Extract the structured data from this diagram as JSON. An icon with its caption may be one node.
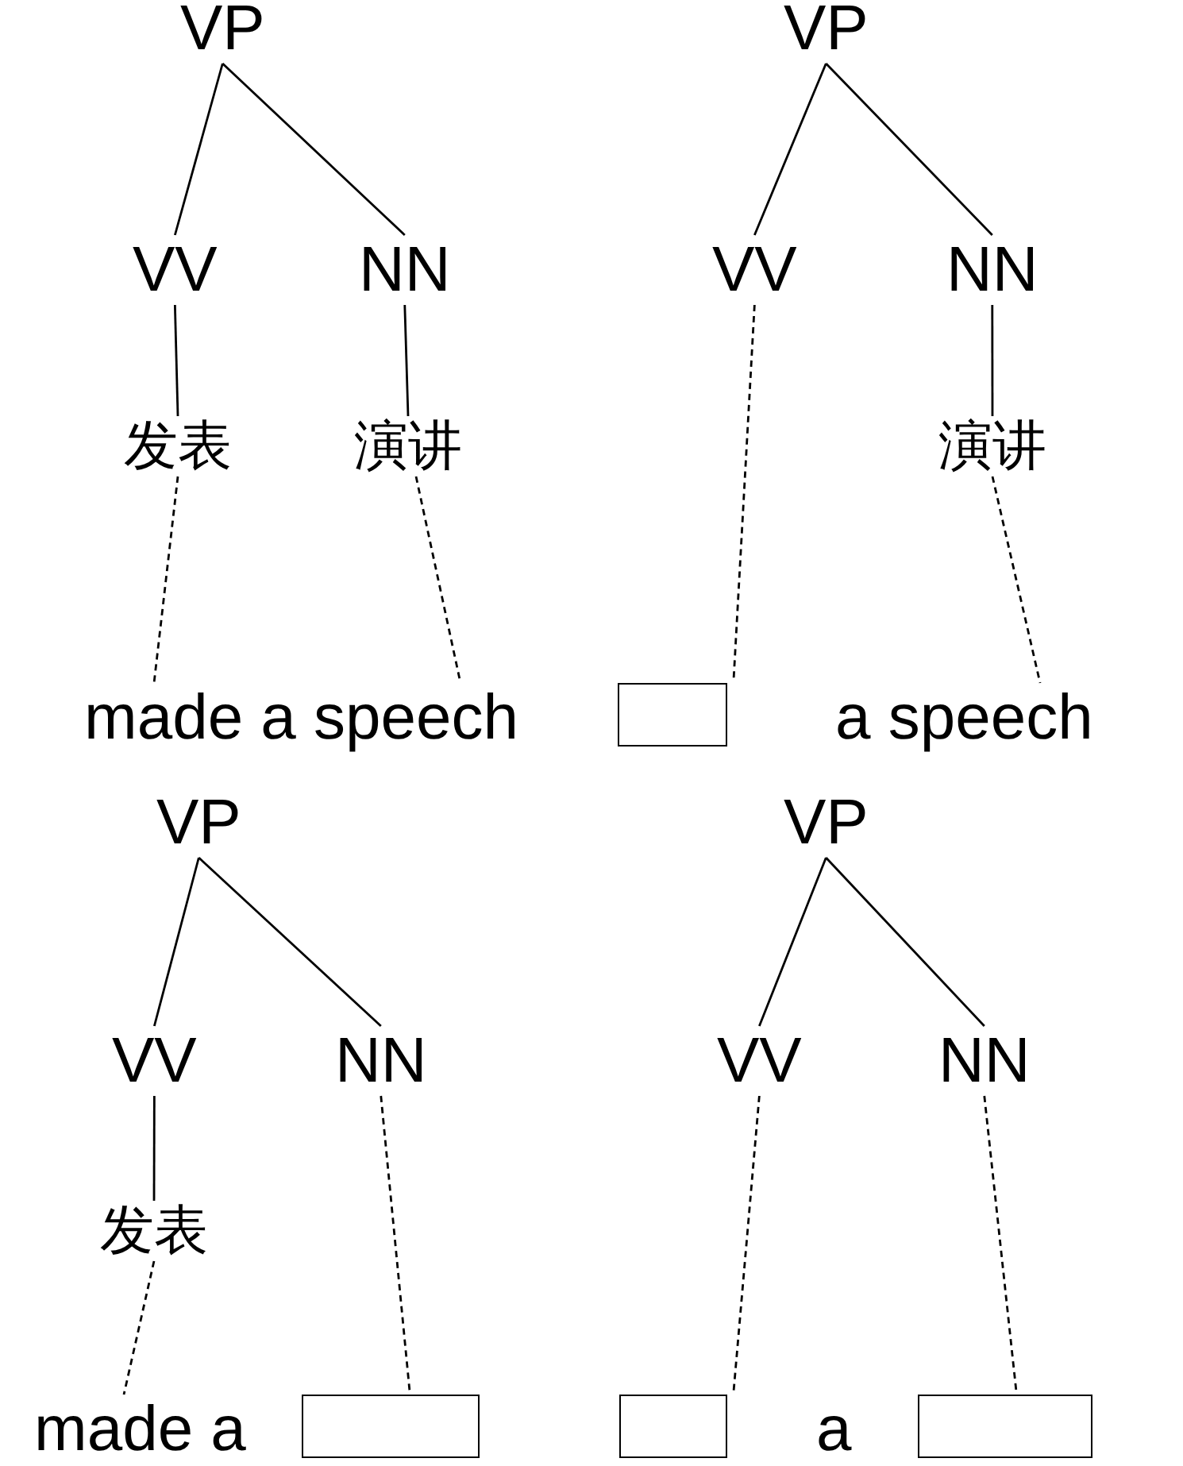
{
  "diagram": {
    "nodes": [
      {
        "text": [
          "VP"
        ]
      },
      {
        "text": [
          "VV"
        ]
      },
      {
        "text": [
          "NN"
        ]
      },
      {
        "text": [
          "发表"
        ]
      },
      {
        "text": [
          "演讲"
        ]
      },
      {
        "text": [
          "made a speech"
        ]
      },
      {
        "text": [
          "VP"
        ]
      },
      {
        "text": [
          "VV"
        ]
      },
      {
        "text": [
          "NN"
        ]
      },
      {
        "text": [
          "演讲"
        ]
      },
      {
        "text": [],
        "shape": "box"
      },
      {
        "text": [
          "a speech"
        ]
      },
      {
        "text": [
          "VP"
        ]
      },
      {
        "text": [
          "VV"
        ]
      },
      {
        "text": [
          "NN"
        ]
      },
      {
        "text": [
          "发表"
        ]
      },
      {
        "text": [
          "made a"
        ]
      },
      {
        "text": [],
        "shape": "box"
      },
      {
        "text": [
          "VP"
        ]
      },
      {
        "text": [
          "VV"
        ]
      },
      {
        "text": [
          "NN"
        ]
      },
      {
        "text": [],
        "shape": "box"
      },
      {
        "text": [
          "a"
        ]
      },
      {
        "text": [],
        "shape": "box"
      }
    ],
    "edges": [
      {
        "from": 0,
        "to": 1,
        "arrow": "none"
      },
      {
        "from": 0,
        "to": 2,
        "arrow": "none"
      },
      {
        "from": 1,
        "to": 3,
        "arrow": "none"
      },
      {
        "from": 2,
        "to": 4,
        "arrow": "none"
      },
      {
        "from": 3,
        "to": 5,
        "arrow": "none",
        "style": "dashed"
      },
      {
        "from": 4,
        "to": 5,
        "arrow": "none",
        "style": "dashed"
      },
      {
        "from": 6,
        "to": 7,
        "arrow": "none"
      },
      {
        "from": 6,
        "to": 8,
        "arrow": "none"
      },
      {
        "from": 8,
        "to": 9,
        "arrow": "none"
      },
      {
        "from": 7,
        "to": 10,
        "arrow": "none",
        "style": "dashed"
      },
      {
        "from": 9,
        "to": 11,
        "arrow": "none",
        "style": "dashed"
      },
      {
        "from": 12,
        "to": 13,
        "arrow": "none"
      },
      {
        "from": 12,
        "to": 14,
        "arrow": "none"
      },
      {
        "from": 13,
        "to": 15,
        "arrow": "none"
      },
      {
        "from": 15,
        "to": 16,
        "arrow": "none",
        "style": "dashed"
      },
      {
        "from": 14,
        "to": 17,
        "arrow": "none",
        "style": "dashed"
      },
      {
        "from": 18,
        "to": 19,
        "arrow": "none"
      },
      {
        "from": 18,
        "to": 20,
        "arrow": "none"
      },
      {
        "from": 19,
        "to": 21,
        "arrow": "none",
        "style": "dashed"
      },
      {
        "from": 20,
        "to": 23,
        "arrow": "none",
        "style": "dashed"
      }
    ]
  }
}
